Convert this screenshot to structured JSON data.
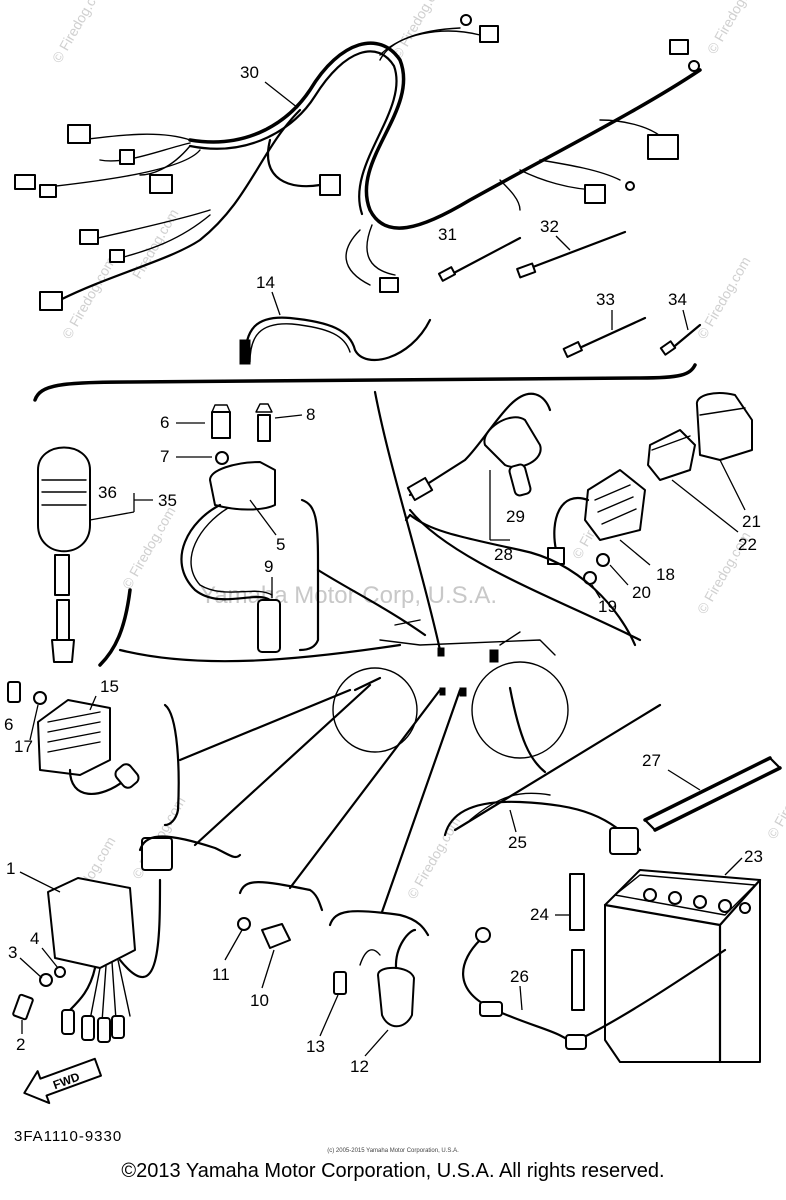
{
  "watermarks": {
    "firedog": "© Firedog.com",
    "firedog_short": "Firedog.com",
    "center": "Yamaha Motor Corp, U.S.A."
  },
  "callouts": {
    "c1": "1",
    "c2": "2",
    "c3": "3",
    "c4": "4",
    "c5": "5",
    "c6a": "6",
    "c6b": "6",
    "c7": "7",
    "c8": "8",
    "c9": "9",
    "c10": "10",
    "c11": "11",
    "c12": "12",
    "c13": "13",
    "c14": "14",
    "c15": "15",
    "c17": "17",
    "c18": "18",
    "c19": "19",
    "c20": "20",
    "c21": "21",
    "c22": "22",
    "c23": "23",
    "c24": "24",
    "c25": "25",
    "c26": "26",
    "c27": "27",
    "c28": "28",
    "c29": "29",
    "c30": "30",
    "c31": "31",
    "c32": "32",
    "c33": "33",
    "c34": "34",
    "c35": "35",
    "c36": "36"
  },
  "fwd_label": "FWD",
  "part_code": "3FA1110-9330",
  "small_copyright": "(c) 2005-2015 Yamaha Motor Corporation, U.S.A.",
  "footer_copyright": "©2013 Yamaha Motor Corporation, U.S.A. All rights reserved."
}
